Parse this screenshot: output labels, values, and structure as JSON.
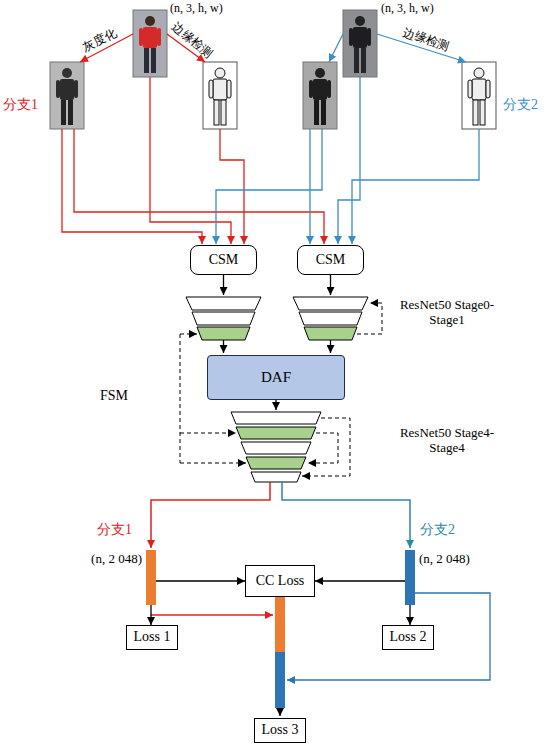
{
  "diagram": {
    "nodes": [
      {
        "text": [
          "CSM"
        ]
      },
      {
        "text": [
          "CSM"
        ]
      },
      {
        "text": [
          "DAF"
        ]
      },
      {
        "text": [
          "(n, 2 048)"
        ]
      },
      {
        "text": [
          "CC Loss"
        ]
      },
      {
        "text": [
          "(n, 2 048)"
        ]
      },
      {
        "text": [
          "Loss 1"
        ]
      },
      {
        "text": [
          "Loss 2"
        ]
      },
      {
        "text": [
          "Loss 3"
        ]
      }
    ],
    "edges": [
      {
        "from": 3,
        "to": 4,
        "arrow": "to"
      },
      {
        "from": 5,
        "to": 4,
        "arrow": "to"
      },
      {
        "from": 3,
        "to": 6,
        "arrow": "to"
      },
      {
        "from": 5,
        "to": 7,
        "arrow": "to"
      }
    ],
    "labels": [
      "(n, 3, h, w)",
      "灰度化",
      "边缘检测",
      "分支1",
      "(n, 3, h, w)",
      "边缘检测",
      "分支2",
      "ResNet50 Stage0-Stage1",
      "FSM",
      "ResNet50 Stage4-Stage4",
      "分支1",
      "分支2"
    ]
  }
}
